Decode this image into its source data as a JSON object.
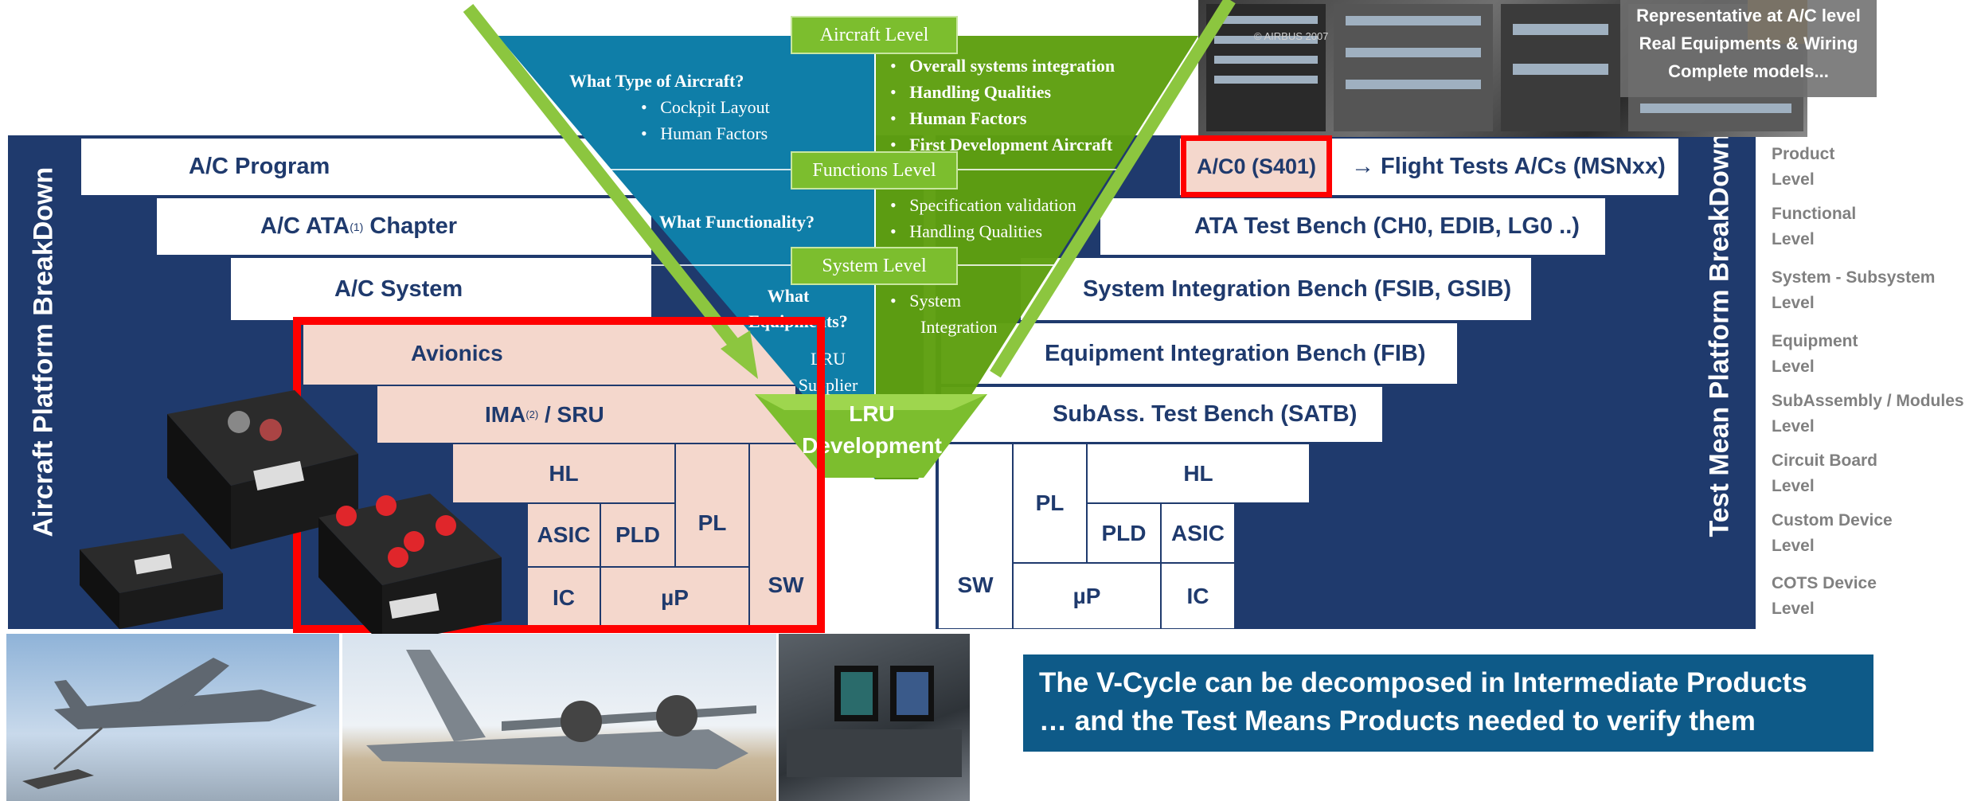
{
  "left_axis_title": "Aircraft Platform BreakDown",
  "right_axis_title": "Test Mean Platform BreakDown",
  "left_rows": {
    "program": "A/C Program",
    "ata_prefix": "A/C  ATA",
    "ata_sup": "(1)",
    "ata_suffix": " Chapter",
    "system": "A/C System",
    "avionics": "Avionics",
    "ima": "IMA",
    "ima_sup": "(2)",
    "ima_suffix": " / SRU",
    "hl": "HL",
    "asic": "ASIC",
    "pld": "PLD",
    "pl": "PL",
    "ic": "IC",
    "up": "µP",
    "sw": "SW"
  },
  "right_rows": {
    "ac0": "A/C0 (S401)",
    "flight_tests": "→ Flight Tests A/Cs (MSNxx)",
    "ata_bench": "ATA Test Bench (CH0, EDIB, LG0 ..)",
    "sys_bench": "System Integration Bench (FSIB, GSIB)",
    "eq_bench": "Equipment Integration Bench (FIB)",
    "subass": "SubAss. Test Bench (SATB)",
    "hl": "HL",
    "pl": "PL",
    "pld": "PLD",
    "asic": "ASIC",
    "sw": "SW",
    "up": "µP",
    "ic": "IC"
  },
  "v_cycle": {
    "aircraft_level": "Aircraft Level",
    "functions_level": "Functions Level",
    "system_level": "System Level",
    "lru_dev_1": "LRU",
    "lru_dev_2": "Development",
    "left_q1": "What Type of Aircraft?",
    "left_q1_b1": "Cockpit Layout",
    "left_q1_b2": "Human Factors",
    "left_q2": "What Functionality?",
    "left_q3_a": "What",
    "left_q3_b": "Equipments?",
    "left_q4_a": "LRU",
    "left_q4_b": "Supplier",
    "right_a1": "Overall systems integration",
    "right_a2": "Handling Qualities",
    "right_a3": "Human Factors",
    "right_a4": "First Development Aircraft",
    "right_b1": "Specification  validation",
    "right_b2": "Handling Qualities",
    "right_c1a": "System",
    "right_c1b": "Integration"
  },
  "photo_caption": {
    "l1": "Representative at A/C level",
    "l2": "Real Equipments  & Wiring",
    "l3": "Complete models...",
    "watermark": "© AIRBUS 2007"
  },
  "legend": [
    {
      "a": "Product",
      "b": "Level"
    },
    {
      "a": "Functional",
      "b": "Level"
    },
    {
      "a": "System - Subsystem",
      "b": "Level"
    },
    {
      "a": "Equipment",
      "b": "Level"
    },
    {
      "a": "SubAssembly / Modules",
      "b": "Level"
    },
    {
      "a": "Circuit Board",
      "b": "Level"
    },
    {
      "a": "Custom Device",
      "b": "Level"
    },
    {
      "a": "COTS Device",
      "b": "Level"
    }
  ],
  "conclusion": {
    "line1": "The V-Cycle can be decomposed in Intermediate Products",
    "line2": "… and the Test Means Products needed to verify them"
  },
  "colors": {
    "navy": "#1f3a6d",
    "pink": "#f4d7cc",
    "teal": "#0f7ea8",
    "green": "#5e9f10",
    "highlight_red": "#ff0000",
    "conclusion_bg": "#0e5a88"
  }
}
